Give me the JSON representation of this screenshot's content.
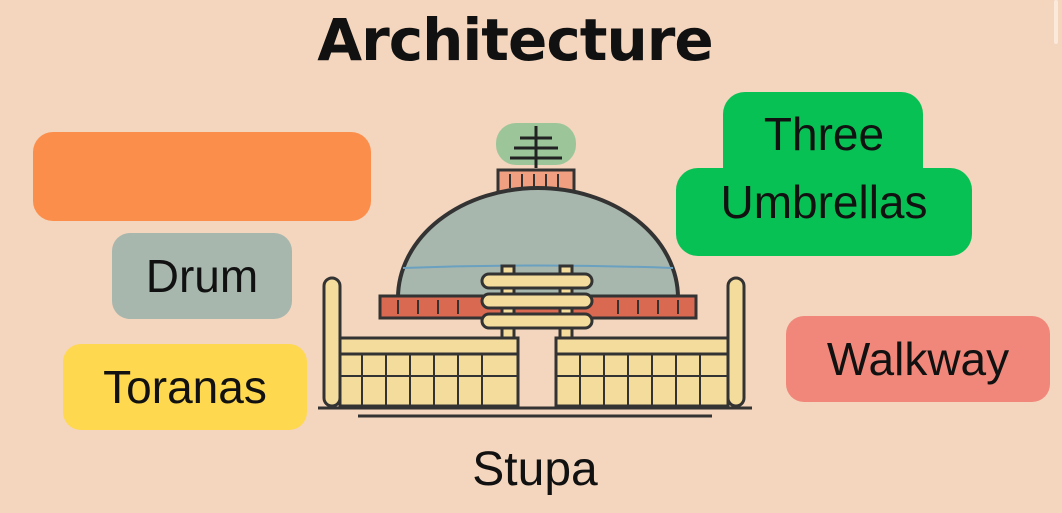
{
  "title": "Architecture",
  "labels": {
    "blank": "",
    "drum": "Drum",
    "toranas": "Toranas",
    "three_umbrellas": "Three\nUmbrellas",
    "walkway": "Walkway",
    "stupa": "Stupa"
  },
  "colors": {
    "background": "#f4d5bd",
    "blank": "#fc8e4b",
    "drum": "#a7b7ad",
    "toranas": "#fed84f",
    "three_umbrellas": "#08c154",
    "walkway": "#f0877a",
    "dome": "#a7b7ad",
    "railing": "#f4dc9c",
    "harmika": "#d96950"
  }
}
